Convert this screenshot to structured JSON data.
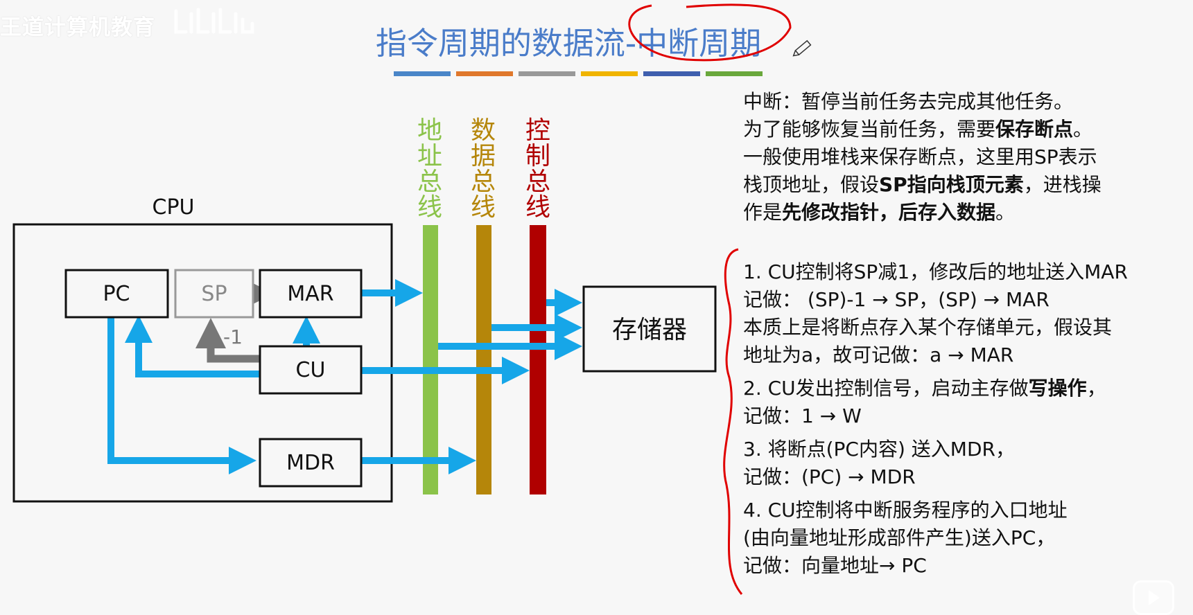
{
  "watermark": "王道计算机教育",
  "title": "指令周期的数据流-中断周期",
  "title_bar_colors": [
    "#4a86c8",
    "#e0782c",
    "#999999",
    "#f0b400",
    "#3f5fae",
    "#6aa83c"
  ],
  "diagram": {
    "cpu_label": "CPU",
    "registers": {
      "pc": "PC",
      "sp": "SP",
      "mar": "MAR",
      "cu": "CU",
      "mdr": "MDR"
    },
    "minus_one": "-1",
    "memory": "存储器",
    "buses": {
      "address": "地址总线",
      "data": "数据总线",
      "control": "控制总线"
    },
    "colors": {
      "address_bus": "#8bc34a",
      "data_bus": "#b5860a",
      "control_bus": "#b00000",
      "arrow": "#16a6e8",
      "sp_arrow": "#777777",
      "annotation": "#e00000"
    }
  },
  "intro": {
    "line1": "中断：暂停当前任务去完成其他任务。",
    "line2_a": "为了能够恢复当前任务，需要",
    "line2_b": "保存断点",
    "line2_c": "。",
    "line3": "一般使用堆栈来保存断点，这里用SP表示",
    "line4_a": "栈顶地址，假设",
    "line4_b": "SP指向栈顶元素",
    "line4_c": "，进栈操",
    "line5_a": "作是",
    "line5_b": "先修改指针，后存入数据",
    "line5_c": "。"
  },
  "steps": {
    "s1_l1": "1. CU控制将SP减1，修改后的地址送入MAR",
    "s1_l2": "记做：  (SP)-1 → SP，(SP) → MAR",
    "s1_l3": "本质上是将断点存入某个存储单元，假设其",
    "s1_l4": "地址为a，故可记做：a → MAR",
    "s2_l1_a": "2. CU发出控制信号，启动主存做",
    "s2_l1_b": "写操作",
    "s2_l1_c": "，",
    "s2_l2": "记做：1 → W",
    "s3_l1": "3. 将断点(PC内容) 送入MDR，",
    "s3_l2": "记做：(PC) → MDR",
    "s4_l1": "4. CU控制将中断服务程序的入口地址",
    "s4_l2": "(由向量地址形成部件产生)送入PC，",
    "s4_l3": "记做：向量地址→ PC"
  }
}
